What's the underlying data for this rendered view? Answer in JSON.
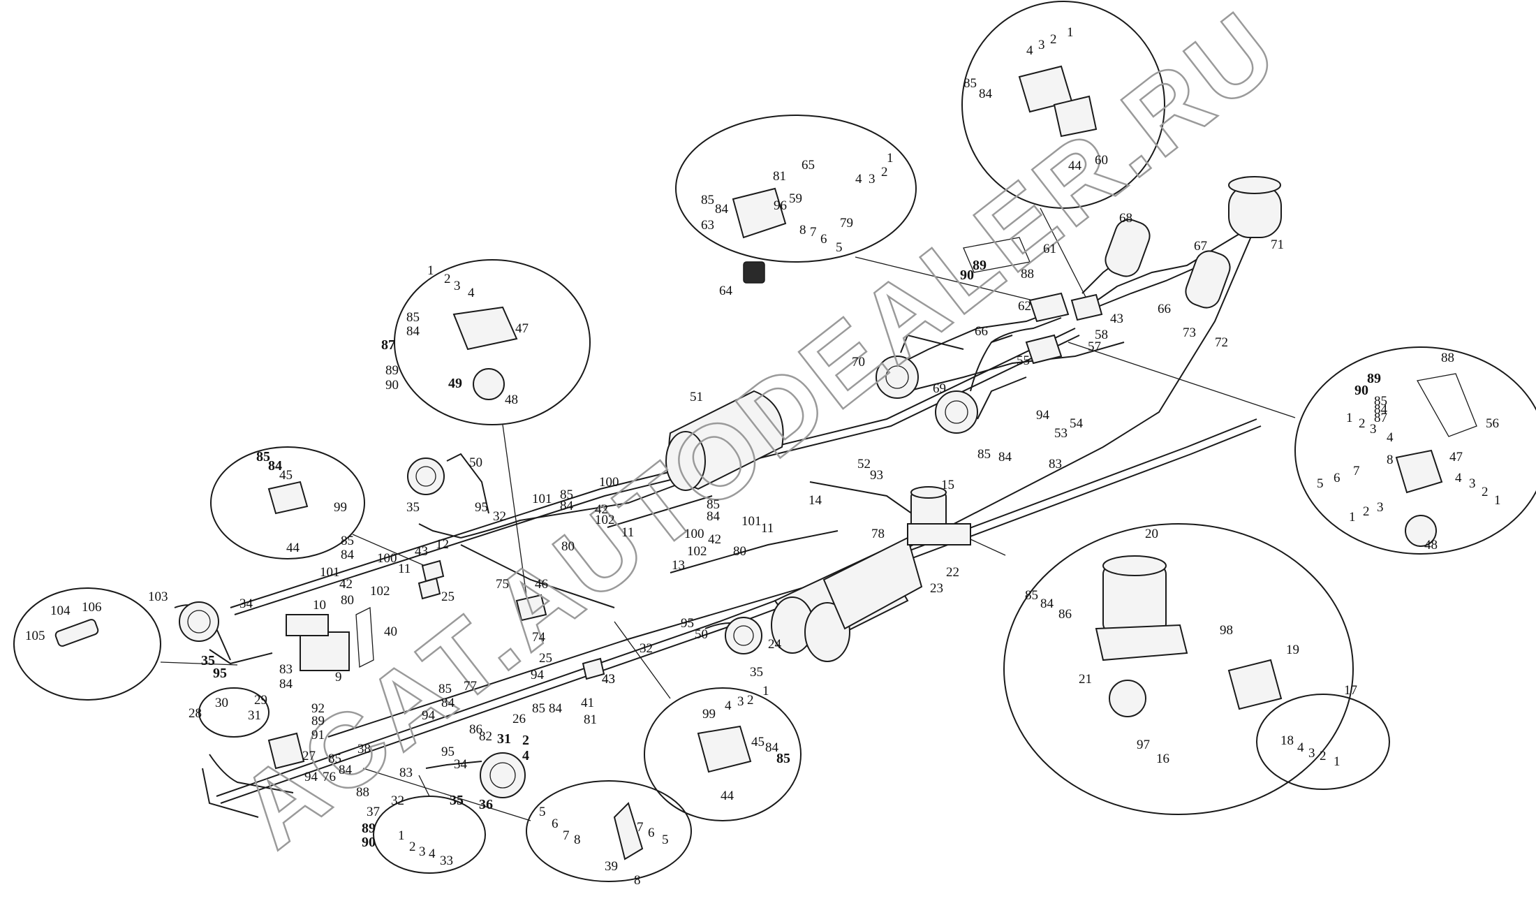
{
  "watermark": "ACAT.AUTODEALER.RU",
  "callouts": [
    {
      "id": "c1",
      "text": "1"
    },
    {
      "id": "c2",
      "text": "2"
    },
    {
      "id": "c3",
      "text": "3"
    },
    {
      "id": "c4",
      "text": "4"
    },
    {
      "id": "c5",
      "text": "5"
    },
    {
      "id": "c6",
      "text": "6"
    },
    {
      "id": "c7",
      "text": "7"
    },
    {
      "id": "c8",
      "text": "8"
    },
    {
      "id": "c9",
      "text": "9"
    },
    {
      "id": "c10",
      "text": "10"
    },
    {
      "id": "c11",
      "text": "11"
    },
    {
      "id": "c12",
      "text": "12"
    },
    {
      "id": "c13",
      "text": "13"
    },
    {
      "id": "c14",
      "text": "14"
    },
    {
      "id": "c15",
      "text": "15"
    },
    {
      "id": "c16",
      "text": "16"
    },
    {
      "id": "c17",
      "text": "17"
    },
    {
      "id": "c18",
      "text": "18"
    },
    {
      "id": "c19",
      "text": "19"
    },
    {
      "id": "c20",
      "text": "20"
    },
    {
      "id": "c21",
      "text": "21"
    },
    {
      "id": "c22",
      "text": "22"
    },
    {
      "id": "c23",
      "text": "23"
    },
    {
      "id": "c24",
      "text": "24"
    },
    {
      "id": "c25",
      "text": "25"
    },
    {
      "id": "c26",
      "text": "26"
    },
    {
      "id": "c27",
      "text": "27"
    },
    {
      "id": "c28",
      "text": "28"
    },
    {
      "id": "c29",
      "text": "29"
    },
    {
      "id": "c30",
      "text": "30"
    },
    {
      "id": "c31",
      "text": "31"
    },
    {
      "id": "c32",
      "text": "32"
    },
    {
      "id": "c33",
      "text": "33"
    },
    {
      "id": "c34",
      "text": "34"
    },
    {
      "id": "c35",
      "text": "35"
    },
    {
      "id": "c36",
      "text": "36"
    },
    {
      "id": "c37",
      "text": "37"
    },
    {
      "id": "c38",
      "text": "38"
    },
    {
      "id": "c39",
      "text": "39"
    },
    {
      "id": "c40",
      "text": "40"
    },
    {
      "id": "c41",
      "text": "41"
    },
    {
      "id": "c42",
      "text": "42"
    },
    {
      "id": "c43",
      "text": "43"
    },
    {
      "id": "c44",
      "text": "44"
    },
    {
      "id": "c45",
      "text": "45"
    },
    {
      "id": "c46",
      "text": "46"
    },
    {
      "id": "c47",
      "text": "47"
    },
    {
      "id": "c48",
      "text": "48"
    },
    {
      "id": "c49",
      "text": "49"
    },
    {
      "id": "c50",
      "text": "50"
    },
    {
      "id": "c51",
      "text": "51"
    },
    {
      "id": "c52",
      "text": "52"
    },
    {
      "id": "c53",
      "text": "53"
    },
    {
      "id": "c54",
      "text": "54"
    },
    {
      "id": "c55",
      "text": "55"
    },
    {
      "id": "c56",
      "text": "56"
    },
    {
      "id": "c57",
      "text": "57"
    },
    {
      "id": "c58",
      "text": "58"
    },
    {
      "id": "c59",
      "text": "59"
    },
    {
      "id": "c60",
      "text": "60"
    },
    {
      "id": "c61",
      "text": "61"
    },
    {
      "id": "c62",
      "text": "62"
    },
    {
      "id": "c63",
      "text": "63"
    },
    {
      "id": "c64",
      "text": "64"
    },
    {
      "id": "c65",
      "text": "65"
    },
    {
      "id": "c66",
      "text": "66"
    },
    {
      "id": "c67",
      "text": "67"
    },
    {
      "id": "c68",
      "text": "68"
    },
    {
      "id": "c69",
      "text": "69"
    },
    {
      "id": "c70",
      "text": "70"
    },
    {
      "id": "c71",
      "text": "71"
    },
    {
      "id": "c72",
      "text": "72"
    },
    {
      "id": "c73",
      "text": "73"
    },
    {
      "id": "c74",
      "text": "74"
    },
    {
      "id": "c75",
      "text": "75"
    },
    {
      "id": "c76",
      "text": "76"
    },
    {
      "id": "c77",
      "text": "77"
    },
    {
      "id": "c78",
      "text": "78"
    },
    {
      "id": "c79",
      "text": "79"
    },
    {
      "id": "c80",
      "text": "80"
    },
    {
      "id": "c81",
      "text": "81"
    },
    {
      "id": "c82",
      "text": "82"
    },
    {
      "id": "c83",
      "text": "83"
    },
    {
      "id": "c84",
      "text": "84"
    },
    {
      "id": "c85",
      "text": "85"
    },
    {
      "id": "c86",
      "text": "86"
    },
    {
      "id": "c87",
      "text": "87"
    },
    {
      "id": "c88",
      "text": "88"
    },
    {
      "id": "c89",
      "text": "89"
    },
    {
      "id": "c90",
      "text": "90"
    },
    {
      "id": "c91",
      "text": "91"
    },
    {
      "id": "c92",
      "text": "92"
    },
    {
      "id": "c93",
      "text": "93"
    },
    {
      "id": "c94",
      "text": "94"
    },
    {
      "id": "c95",
      "text": "95"
    },
    {
      "id": "c96",
      "text": "96"
    },
    {
      "id": "c97",
      "text": "97"
    },
    {
      "id": "c98",
      "text": "98"
    },
    {
      "id": "c99",
      "text": "99"
    },
    {
      "id": "c100",
      "text": "100"
    },
    {
      "id": "c101",
      "text": "101"
    },
    {
      "id": "c102",
      "text": "102"
    },
    {
      "id": "c103",
      "text": "103"
    },
    {
      "id": "c104",
      "text": "104"
    },
    {
      "id": "c105",
      "text": "105"
    },
    {
      "id": "c106",
      "text": "106"
    }
  ]
}
